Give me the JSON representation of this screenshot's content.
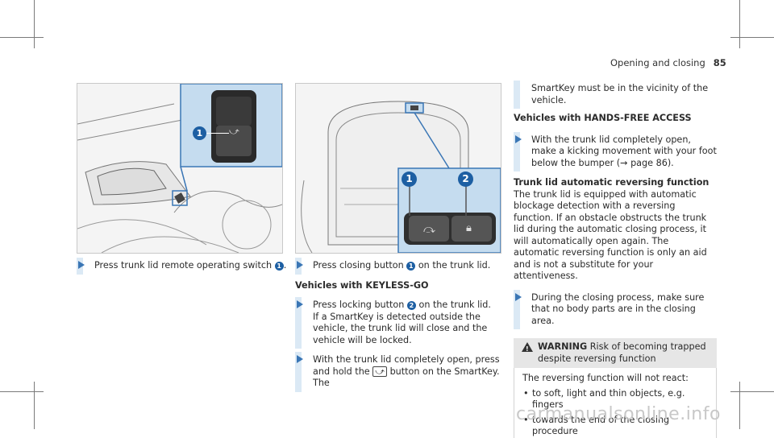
{
  "header": {
    "title": "Opening and closing",
    "page_number": "85"
  },
  "figure1": {
    "callout": "1"
  },
  "figure2": {
    "callouts": [
      "1",
      "2"
    ]
  },
  "col1": {
    "step_text": "Press trunk lid remote operating switch",
    "callout": "1",
    "step_end": "."
  },
  "col2": {
    "step1_pre": "Press closing button",
    "step1_callout": "1",
    "step1_post": "on the trunk lid.",
    "heading": "Vehicles with KEYLESS-GO",
    "step2_pre": "Press locking button",
    "step2_callout": "2",
    "step2_post": "on the trunk lid.",
    "step2_line2": "If a SmartKey is detected outside the vehicle, the trunk lid will close and the vehicle will be locked.",
    "step3_pre": "With the trunk lid completely open, press and hold the",
    "step3_post": "button on the SmartKey. The"
  },
  "col3": {
    "cont": "SmartKey must be in the vicinity of the vehicle.",
    "heading1": "Vehicles with HANDS-FREE ACCESS",
    "step1": "With the trunk lid completely open, make a kicking movement with your foot below the bumper (→ page 86).",
    "heading2": "Trunk lid automatic reversing function",
    "para": "The trunk lid is equipped with automatic blockage detection with a reversing function. If an obstacle obstructs the trunk lid during the automatic closing process, it will automatically open again. The automatic reversing function is only an aid and is not a substitute for your attentiveness.",
    "step2": "During the closing process, make sure that no body parts are in the closing area.",
    "warning_label": "WARNING",
    "warning_title": "Risk of becoming trapped despite reversing function",
    "warning_intro": "The reversing function will not react:",
    "bullets": [
      "to soft, light and thin objects, e.g. fingers",
      "towards the end of the closing procedure"
    ]
  },
  "icons": {
    "trunk_key": "trunk-open-icon"
  },
  "watermark": "carmanualsonline.info",
  "colors": {
    "accent": "#3a76b5",
    "callout": "#1d5fa3",
    "bar": "#dbe9f5",
    "panel": "#c5dcef"
  }
}
